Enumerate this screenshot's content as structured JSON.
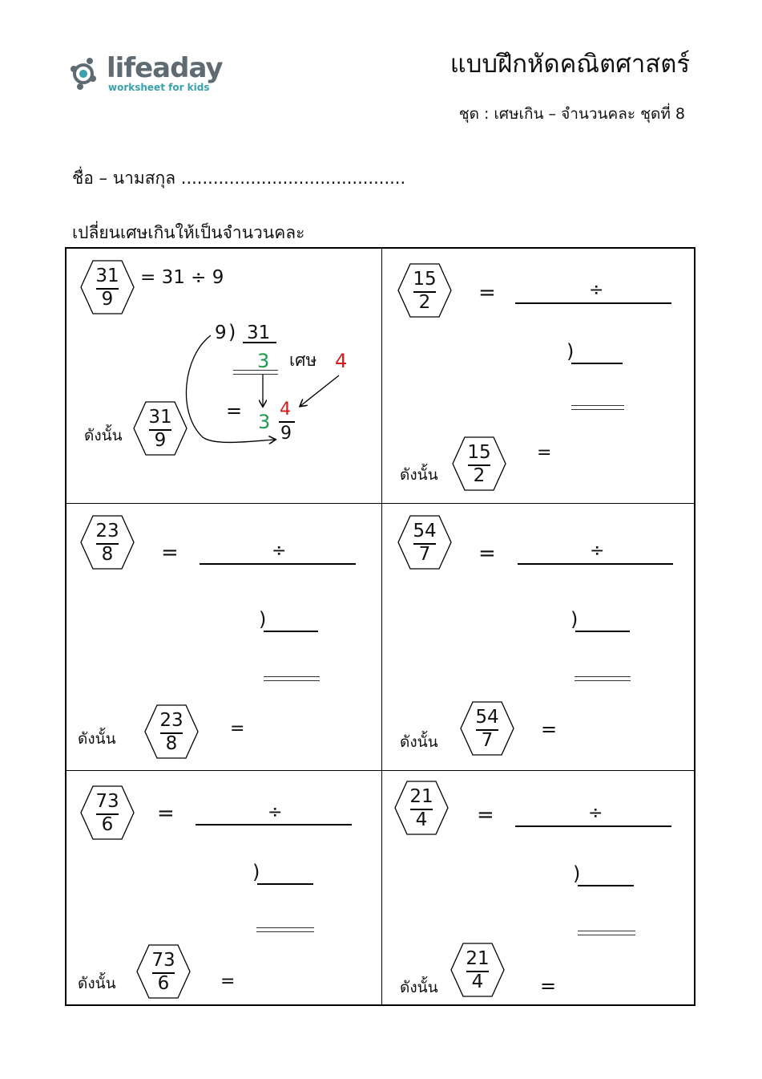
{
  "brand": {
    "name": "lifeaday",
    "tagline": "worksheet for kids",
    "logo_color": "#5f6b73",
    "accent_color": "#3aa1ad"
  },
  "header": {
    "title": "แบบฝึกหัดคณิตศาสตร์",
    "subtitle": "ชุด : เศษเกิน – จำนวนคละ  ชุดที่ 8"
  },
  "name_line": "ชื่อ – นามสกุล ..........................................",
  "instruction": "เปลี่ยนเศษเกินให้เป็นจำนวนคละ",
  "symbols": {
    "equals": "=",
    "divide": "÷",
    "bracket": ")",
    "therefore": "ดังนั้น",
    "remainder": "เศษ"
  },
  "example": {
    "numerator": "31",
    "denominator": "9",
    "expression": "=   31 ÷  9",
    "long_division_divisor": "9",
    "long_division_dividend": "31",
    "quotient": "3",
    "remainder": "4",
    "result_whole": "3",
    "result_num": "4",
    "result_den": "9",
    "colors": {
      "quotient": "#1f9a4e",
      "remainder": "#d7191c"
    }
  },
  "problems": [
    {
      "numerator": "15",
      "denominator": "2"
    },
    {
      "numerator": "23",
      "denominator": "8"
    },
    {
      "numerator": "54",
      "denominator": "7"
    },
    {
      "numerator": "73",
      "denominator": "6"
    },
    {
      "numerator": "21",
      "denominator": "4"
    }
  ]
}
